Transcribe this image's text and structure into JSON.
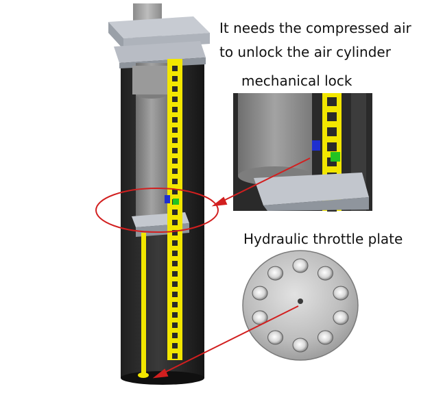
{
  "annotations": {
    "air_line_1": "It needs the compressed air",
    "air_line_2": "to unlock the air cylinder",
    "mechanical_lock": "mechanical lock",
    "throttle_plate": "Hydraulic throttle plate"
  },
  "colors": {
    "outer_tube": "#2b2b2b",
    "inner_cylinder": "#8d8d8d",
    "bracket": "#b9bdc4",
    "rack": "#f2e600",
    "highlight": "#d21f1f",
    "lock_sensor": "#22c322",
    "lock_block": "#1f2fd0",
    "plate_metal": "#c8c8c8"
  }
}
